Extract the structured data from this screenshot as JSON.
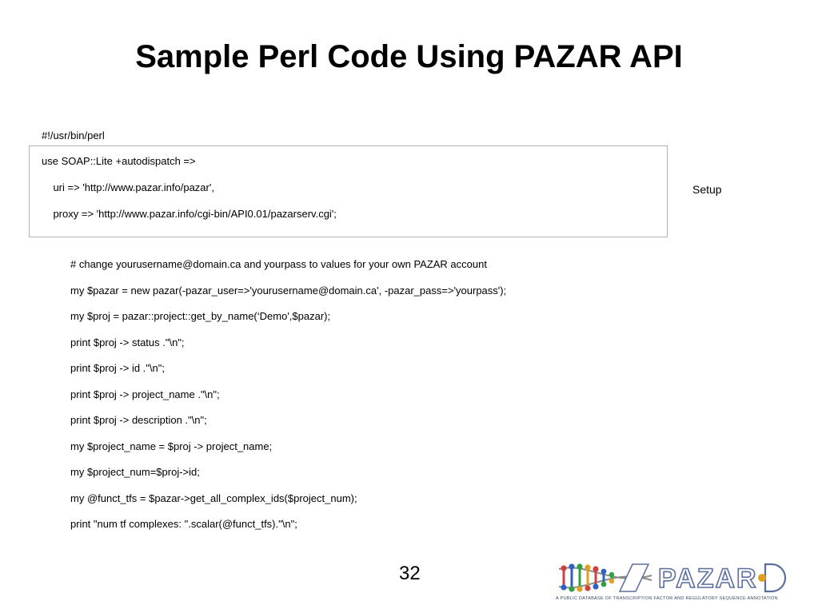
{
  "slide": {
    "title": "Sample Perl Code Using PAZAR API",
    "page_number": "32"
  },
  "code": {
    "shebang": "#!/usr/bin/perl",
    "setup_lines": [
      "use SOAP::Lite +autodispatch =>",
      "    uri => 'http://www.pazar.info/pazar',",
      "    proxy => 'http://www.pazar.info/cgi-bin/API0.01/pazarserv.cgi';"
    ],
    "setup_label": "Setup",
    "lines": [
      "# change yourusername@domain.ca and yourpass to values for your own PAZAR account",
      "my $pazar = new pazar(-pazar_user=>'yourusername@domain.ca', -pazar_pass=>'yourpass');",
      "my $proj = pazar::project::get_by_name(‘Demo',$pazar);",
      "print $proj -> status .\"\\n\";",
      "print $proj -> id .\"\\n\";",
      "print $proj -> project_name .\"\\n\";",
      "print $proj -> description .\"\\n\";",
      "my $project_name = $proj -> project_name;",
      "my $project_num=$proj->id;",
      "my @funct_tfs = $pazar->get_all_complex_ids($project_num);",
      "print \"num tf complexes: \".scalar(@funct_tfs).\"\\n\";"
    ]
  },
  "logo": {
    "name": "PAZAR",
    "tagline": "A PUBLIC DATABASE OF TRANSCRIPTION FACTOR AND REGULATORY SEQUENCE ANNOTATION"
  },
  "colors": {
    "title": "#000000",
    "box_border": "#b4b4b4",
    "logo_text": "#7d93c6",
    "logo_outline": "#5a6e9e"
  }
}
